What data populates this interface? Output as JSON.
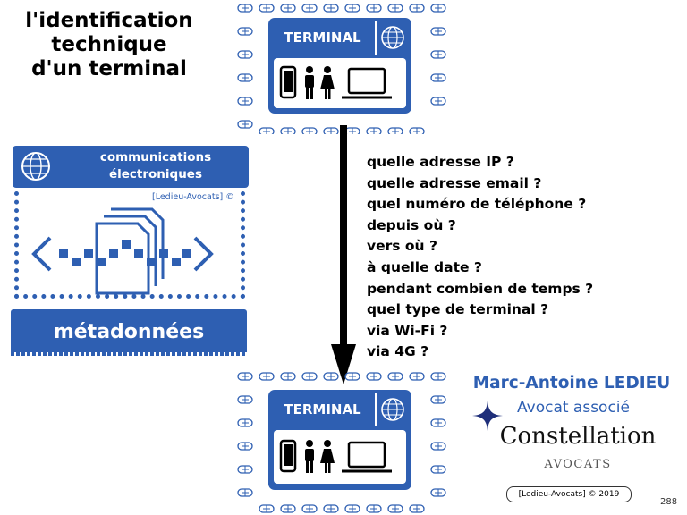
{
  "title": {
    "lines": [
      "l'identification",
      "technique",
      "d'un terminal"
    ]
  },
  "terminal_top": {
    "label": "TERMINAL"
  },
  "terminal_bottom": {
    "label": "TERMINAL"
  },
  "communications": {
    "title_lines": [
      "communications",
      "électroniques"
    ],
    "credit": "[Ledieu-Avocats] ©",
    "metadata_label": "métadonnées"
  },
  "questions": [
    "quelle adresse IP ?",
    "quelle adresse email ?",
    "quel numéro de téléphone ?",
    "depuis où ?",
    "vers où ?",
    "à quelle date ?",
    "pendant combien de temps ?",
    "quel type de terminal ?",
    "via Wi-Fi ?",
    "via 4G ?"
  ],
  "branding": {
    "name": "Marc-Antoine LEDIEU",
    "role": "Avocat associé",
    "firm": "Constellation",
    "firm_sub": "AVOCATS",
    "credit": "[Ledieu-Avocats] © 2019"
  },
  "page_number": "288",
  "colors": {
    "accent": "#2e5fb2",
    "text": "#000000"
  },
  "icons": [
    "globe-icon",
    "smartphone-icon",
    "man-icon",
    "woman-icon",
    "laptop-icon",
    "document-stack-icon",
    "code-brackets-icon",
    "star-icon",
    "arrow-down-icon",
    "data-chip-icon"
  ]
}
